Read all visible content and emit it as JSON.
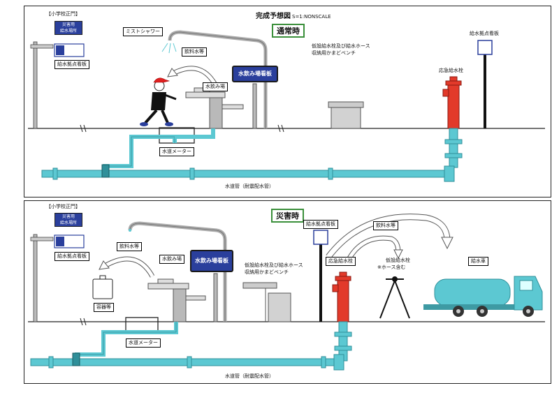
{
  "title": "完成予想図",
  "scale": "S=1:NONSCALE",
  "normal": {
    "mode_label": "通常時",
    "gate_label": "【小学校正門】",
    "disaster_sign": [
      "災害用",
      "給水場所"
    ],
    "sign_caption": "給水拠点看板",
    "mist_label": "ミストシャワー",
    "drinking_water_label": "飲料水等",
    "fountain_label": "水飲み場",
    "fountain_sign": "水飲み場看板",
    "storage_label_1": "仮設給水栓及び給水ホース",
    "storage_label_2": "収納用かまどベンチ",
    "hydrant_label": "応急給水栓",
    "right_sign_caption": "給水拠点看板",
    "meter_label": "水道メーター",
    "pipe_label": "水道管（耐震配水管）"
  },
  "disaster": {
    "mode_label": "災害時",
    "gate_label": "【小学校正門】",
    "disaster_sign": [
      "災害用",
      "給水場所"
    ],
    "sign_caption": "給水拠点看板",
    "drinking_water_label": "飲料水等",
    "fountain_label": "水飲み場",
    "fountain_sign": "水飲み場看板",
    "container_label": "容器等",
    "storage_label_1": "仮設給水栓及び給水ホース",
    "storage_label_2": "収納用かまどベンチ",
    "center_sign_caption": "給水拠点看板",
    "drinking_water_label_2": "飲料水等",
    "hydrant_label": "応急給水栓",
    "temp_tap_label": "仮設給水栓",
    "temp_tap_note": "※ホース含む",
    "truck_label": "給水車",
    "meter_label": "水道メーター",
    "pipe_label": "水道管（耐震配水管）"
  },
  "colors": {
    "pipe": "#5cc8d2",
    "pipe_dark": "#2f8f99",
    "hydrant": "#e23a2a",
    "sign_blue": "#2a3f9c",
    "mode_border": "#3a8f3a",
    "cap": "#e02020"
  }
}
